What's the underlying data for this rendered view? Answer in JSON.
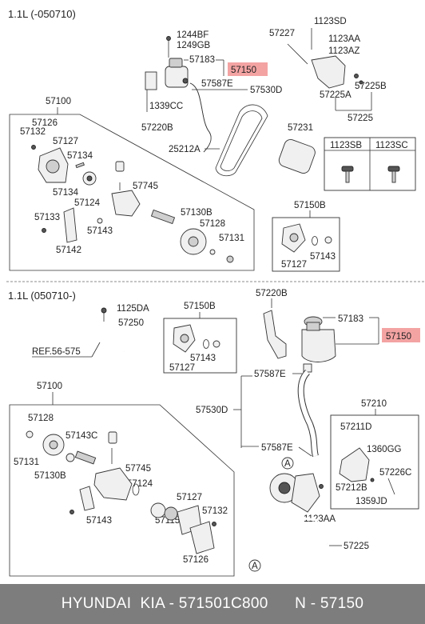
{
  "sections": {
    "top": {
      "title": "1.1L (-050710)"
    },
    "bottom": {
      "title": "1.1L (050710-)"
    }
  },
  "highlight_color": "#f4a3a3",
  "top_labels": {
    "l1244bf": "1244BF",
    "l1249gb": "1249GB",
    "l57183": "57183",
    "l57150": "57150",
    "l57587e": "57587E",
    "l57530d": "57530D",
    "l1339cc": "1339CC",
    "l57220b": "57220B",
    "l57227": "57227",
    "l1123sd": "1123SD",
    "l1123aa": "1123AA",
    "l1123az": "1123AZ",
    "l57225b": "57225B",
    "l57225a": "57225A",
    "l57225": "57225",
    "l57231": "57231",
    "l25212a": "25212A",
    "l57100": "57100",
    "l57126": "57126",
    "l57132": "57132",
    "l57127": "57127",
    "l57134a": "57134",
    "l57134b": "57134",
    "l57124": "57124",
    "l57745": "57745",
    "l57133": "57133",
    "l57143": "57143",
    "l57142": "57142",
    "l57130b": "57130B",
    "l57128": "57128",
    "l57131": "57131",
    "l57150b": "57150B",
    "l57143b": "57143",
    "l57127b": "57127"
  },
  "bolt_table": {
    "col1": "1123SB",
    "col2": "1123SC"
  },
  "bottom_labels": {
    "l1125da": "1125DA",
    "l57250": "57250",
    "ref": "REF.56-575",
    "l57150b": "57150B",
    "l57143": "57143",
    "l57127": "57127",
    "l57220b": "57220B",
    "l57183": "57183",
    "l57150": "57150",
    "l57587e1": "57587E",
    "l57530d": "57530D",
    "l57587e2": "57587E",
    "l57210": "57210",
    "l57211d": "57211D",
    "l1360gg": "1360GG",
    "l57226c": "57226C",
    "l57212b": "57212B",
    "l1359jd": "1359JD",
    "l1123aa": "1123AA",
    "l57225": "57225",
    "markerA1": "A",
    "markerA2": "A",
    "l57100": "57100",
    "l57128": "57128",
    "l57143c": "57143C",
    "l57131": "57131",
    "l57130b": "57130B",
    "l57745": "57745",
    "l57143b": "57143",
    "l57124": "57124",
    "l57127b": "57127",
    "l57132": "57132",
    "l57115": "57115",
    "l57126": "57126"
  },
  "footer": {
    "brand": "HYUNDAI  KIA",
    "part_number": "571501C800",
    "part_ref": "N - 57150"
  }
}
